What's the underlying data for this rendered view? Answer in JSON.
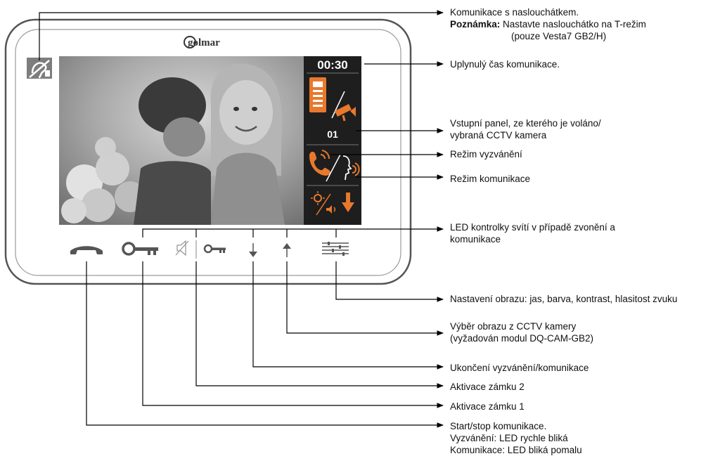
{
  "device": {
    "brand": "golmar",
    "screen": {
      "elapsed_time": "00:30",
      "panel_number": "01",
      "accent_color": "#e8792c"
    },
    "buttons": [
      {
        "name": "hangup-button",
        "icon": "handset-icon"
      },
      {
        "name": "lock1-button",
        "icon": "key-large-icon"
      },
      {
        "name": "mute-button",
        "icon": "speaker-mute-icon"
      },
      {
        "name": "lock2-button",
        "icon": "key-small-icon"
      },
      {
        "name": "down-button",
        "icon": "arrow-down-icon"
      },
      {
        "name": "up-button",
        "icon": "arrow-up-icon"
      },
      {
        "name": "settings-button",
        "icon": "sliders-icon"
      }
    ],
    "hearing_loop_icon": "hearing-loop-icon"
  },
  "callouts": {
    "hearing_aid": {
      "line1": "Komunikace s naslouchátkem.",
      "note_label": "Poznámka:",
      "note_text": " Nastavte naslouchátko na T-režim",
      "line3": "(pouze Vesta7 GB2/H)"
    },
    "elapsed": "Uplynulý čas komunikace.",
    "panel": {
      "line1": "Vstupní panel, ze kterého je voláno/",
      "line2": "vybraná CCTV kamera"
    },
    "ring_mode": "Režim vyzvánění",
    "comm_mode": "Režim komunikace",
    "led": {
      "line1": "LED kontrolky svítí v případě zvonění a",
      "line2": "komunikace"
    },
    "image_settings": "Nastavení obrazu: jas, barva, kontrast, hlasitost zvuku",
    "cctv": {
      "line1": "Výběr obrazu z CCTV kamery",
      "line2": "(vyžadován modul DQ-CAM-GB2)"
    },
    "end_call": "Ukončení vyzvánění/komunikace",
    "lock2": "Aktivace zámku 2",
    "lock1": "Aktivace zámku 1",
    "start_stop": {
      "line1": "Start/stop komunikace.",
      "line2": "Vyzvánění: LED rychle bliká",
      "line3": "Komunikace: LED bliká pomalu"
    }
  }
}
